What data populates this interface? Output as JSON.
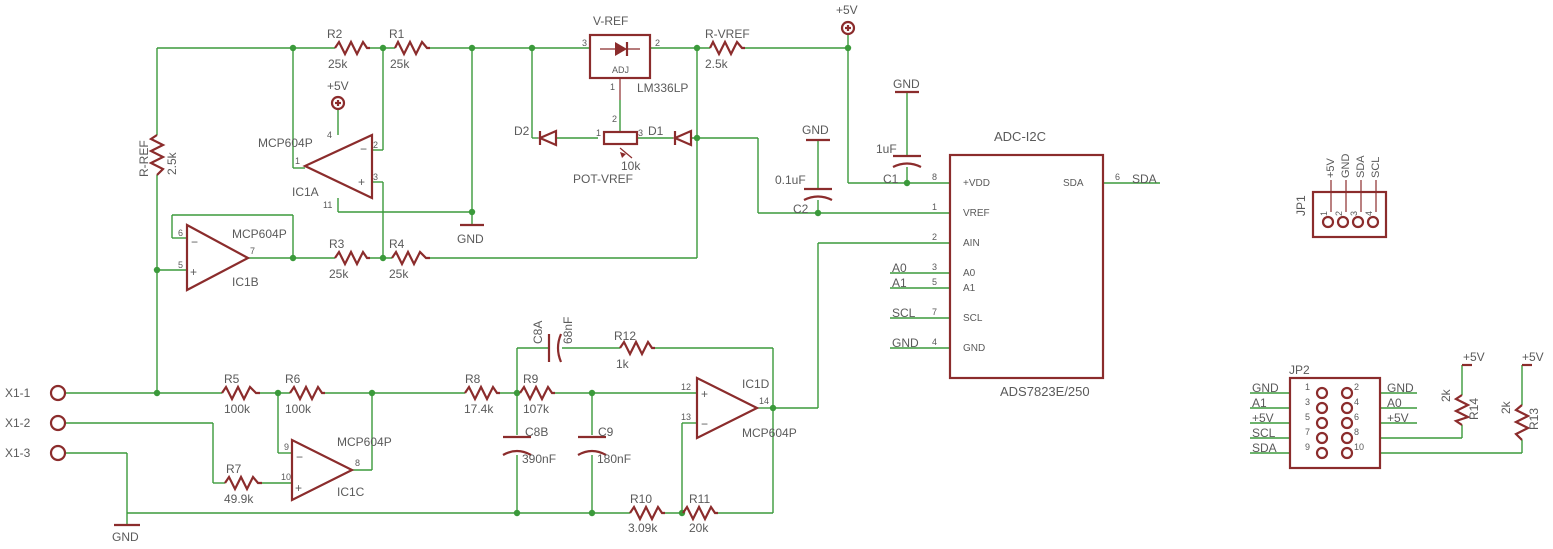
{
  "labels": {
    "r2": "R2",
    "r2v": "25k",
    "r1": "R1",
    "r1v": "25k",
    "vref": "V-REF",
    "adj": "ADJ",
    "lm336": "LM336LP",
    "rvref": "R-VREF",
    "rvrefv": "2.5k",
    "p5v": "+5V",
    "gnd": "GND",
    "c1v": "1uF",
    "c1": "C1",
    "c2v": "0.1uF",
    "c2": "C2",
    "d2": "D2",
    "d1": "D1",
    "potv": "10k",
    "pot": "POT-VREF",
    "rref": "R-REF",
    "rrefv": "2.5k",
    "ic1a_type": "MCP604P",
    "ic1a": "IC1A",
    "ic1b_type": "MCP604P",
    "ic1b": "IC1B",
    "r3": "R3",
    "r3v": "25k",
    "r4": "R4",
    "r4v": "25k",
    "adc_title": "ADC-I2C",
    "adc_part": "ADS7823E/250",
    "vdd": "+VDD",
    "vrefpin": "VREF",
    "ain": "AIN",
    "a0": "A0",
    "a1": "A1",
    "scl": "SCL",
    "gndpin": "GND",
    "sda": "SDA",
    "net_a0": "A0",
    "net_a1": "A1",
    "net_scl": "SCL",
    "net_gnd": "GND",
    "net_sda": "SDA",
    "x11": "X1-1",
    "x12": "X1-2",
    "x13": "X1-3",
    "r5": "R5",
    "r5v": "100k",
    "r6": "R6",
    "r6v": "100k",
    "r7": "R7",
    "r7v": "49.9k",
    "ic1c_type": "MCP604P",
    "ic1c": "IC1C",
    "c8a": "C8A",
    "c8av": "68nF",
    "r12": "R12",
    "r12v": "1k",
    "r8": "R8",
    "r8v": "17.4k",
    "r9": "R9",
    "r9v": "107k",
    "c8b": "C8B",
    "c8bv": "390nF",
    "c9": "C9",
    "c9v": "180nF",
    "ic1d": "IC1D",
    "ic1d_type": "MCP604P",
    "r10": "R10",
    "r10v": "3.09k",
    "r11": "R11",
    "r11v": "20k",
    "jp1": "JP1",
    "jp1_pins": [
      "+5V",
      "GND",
      "SDA",
      "SCL"
    ],
    "jp2": "JP2",
    "jp2_left": [
      "GND",
      "A1",
      "+5V",
      "SCL",
      "SDA"
    ],
    "jp2_right": [
      "GND",
      "A0",
      "+5V",
      "",
      ""
    ],
    "r14": "R14",
    "r14v": "2k",
    "r13": "R13",
    "r13v": "2k"
  },
  "colors": {
    "wire": "#3b9a3b",
    "symbol": "#8b2c2c",
    "text": "#5a5a5a"
  }
}
